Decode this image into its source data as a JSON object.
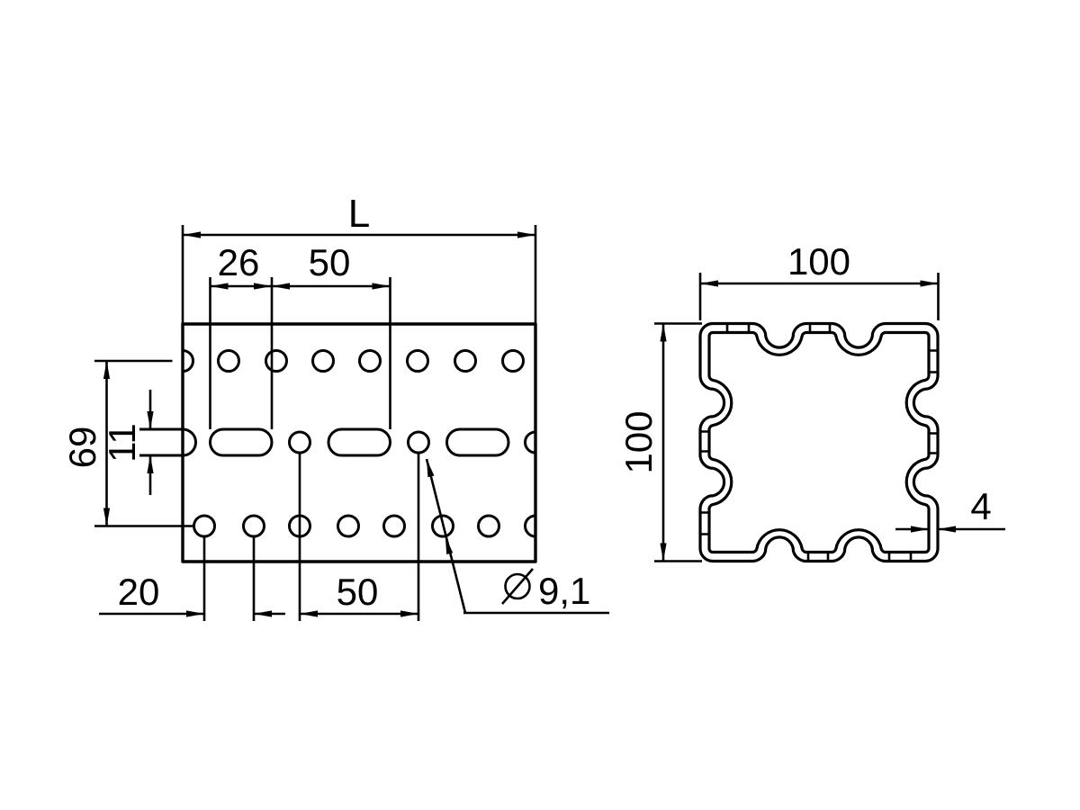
{
  "canvas": {
    "background": "#ffffff",
    "line_color": "#000000"
  },
  "front_view": {
    "description": "side view of perforated square profile with three hole rows",
    "dim_length": "L",
    "dim_slot_length": "26",
    "dim_slot_pitch": "50",
    "dim_row_spacing": "69",
    "dim_slot_width": "11",
    "dim_hole_offset": "20",
    "dim_hole_pitch": "50",
    "dim_hole_dia_value": "9,1",
    "dim_hole_dia_label": "Ø9,1"
  },
  "section_view": {
    "description": "cross section of square profile with corrugated walls",
    "dim_width": "100",
    "dim_height": "100",
    "dim_wall": "4"
  }
}
